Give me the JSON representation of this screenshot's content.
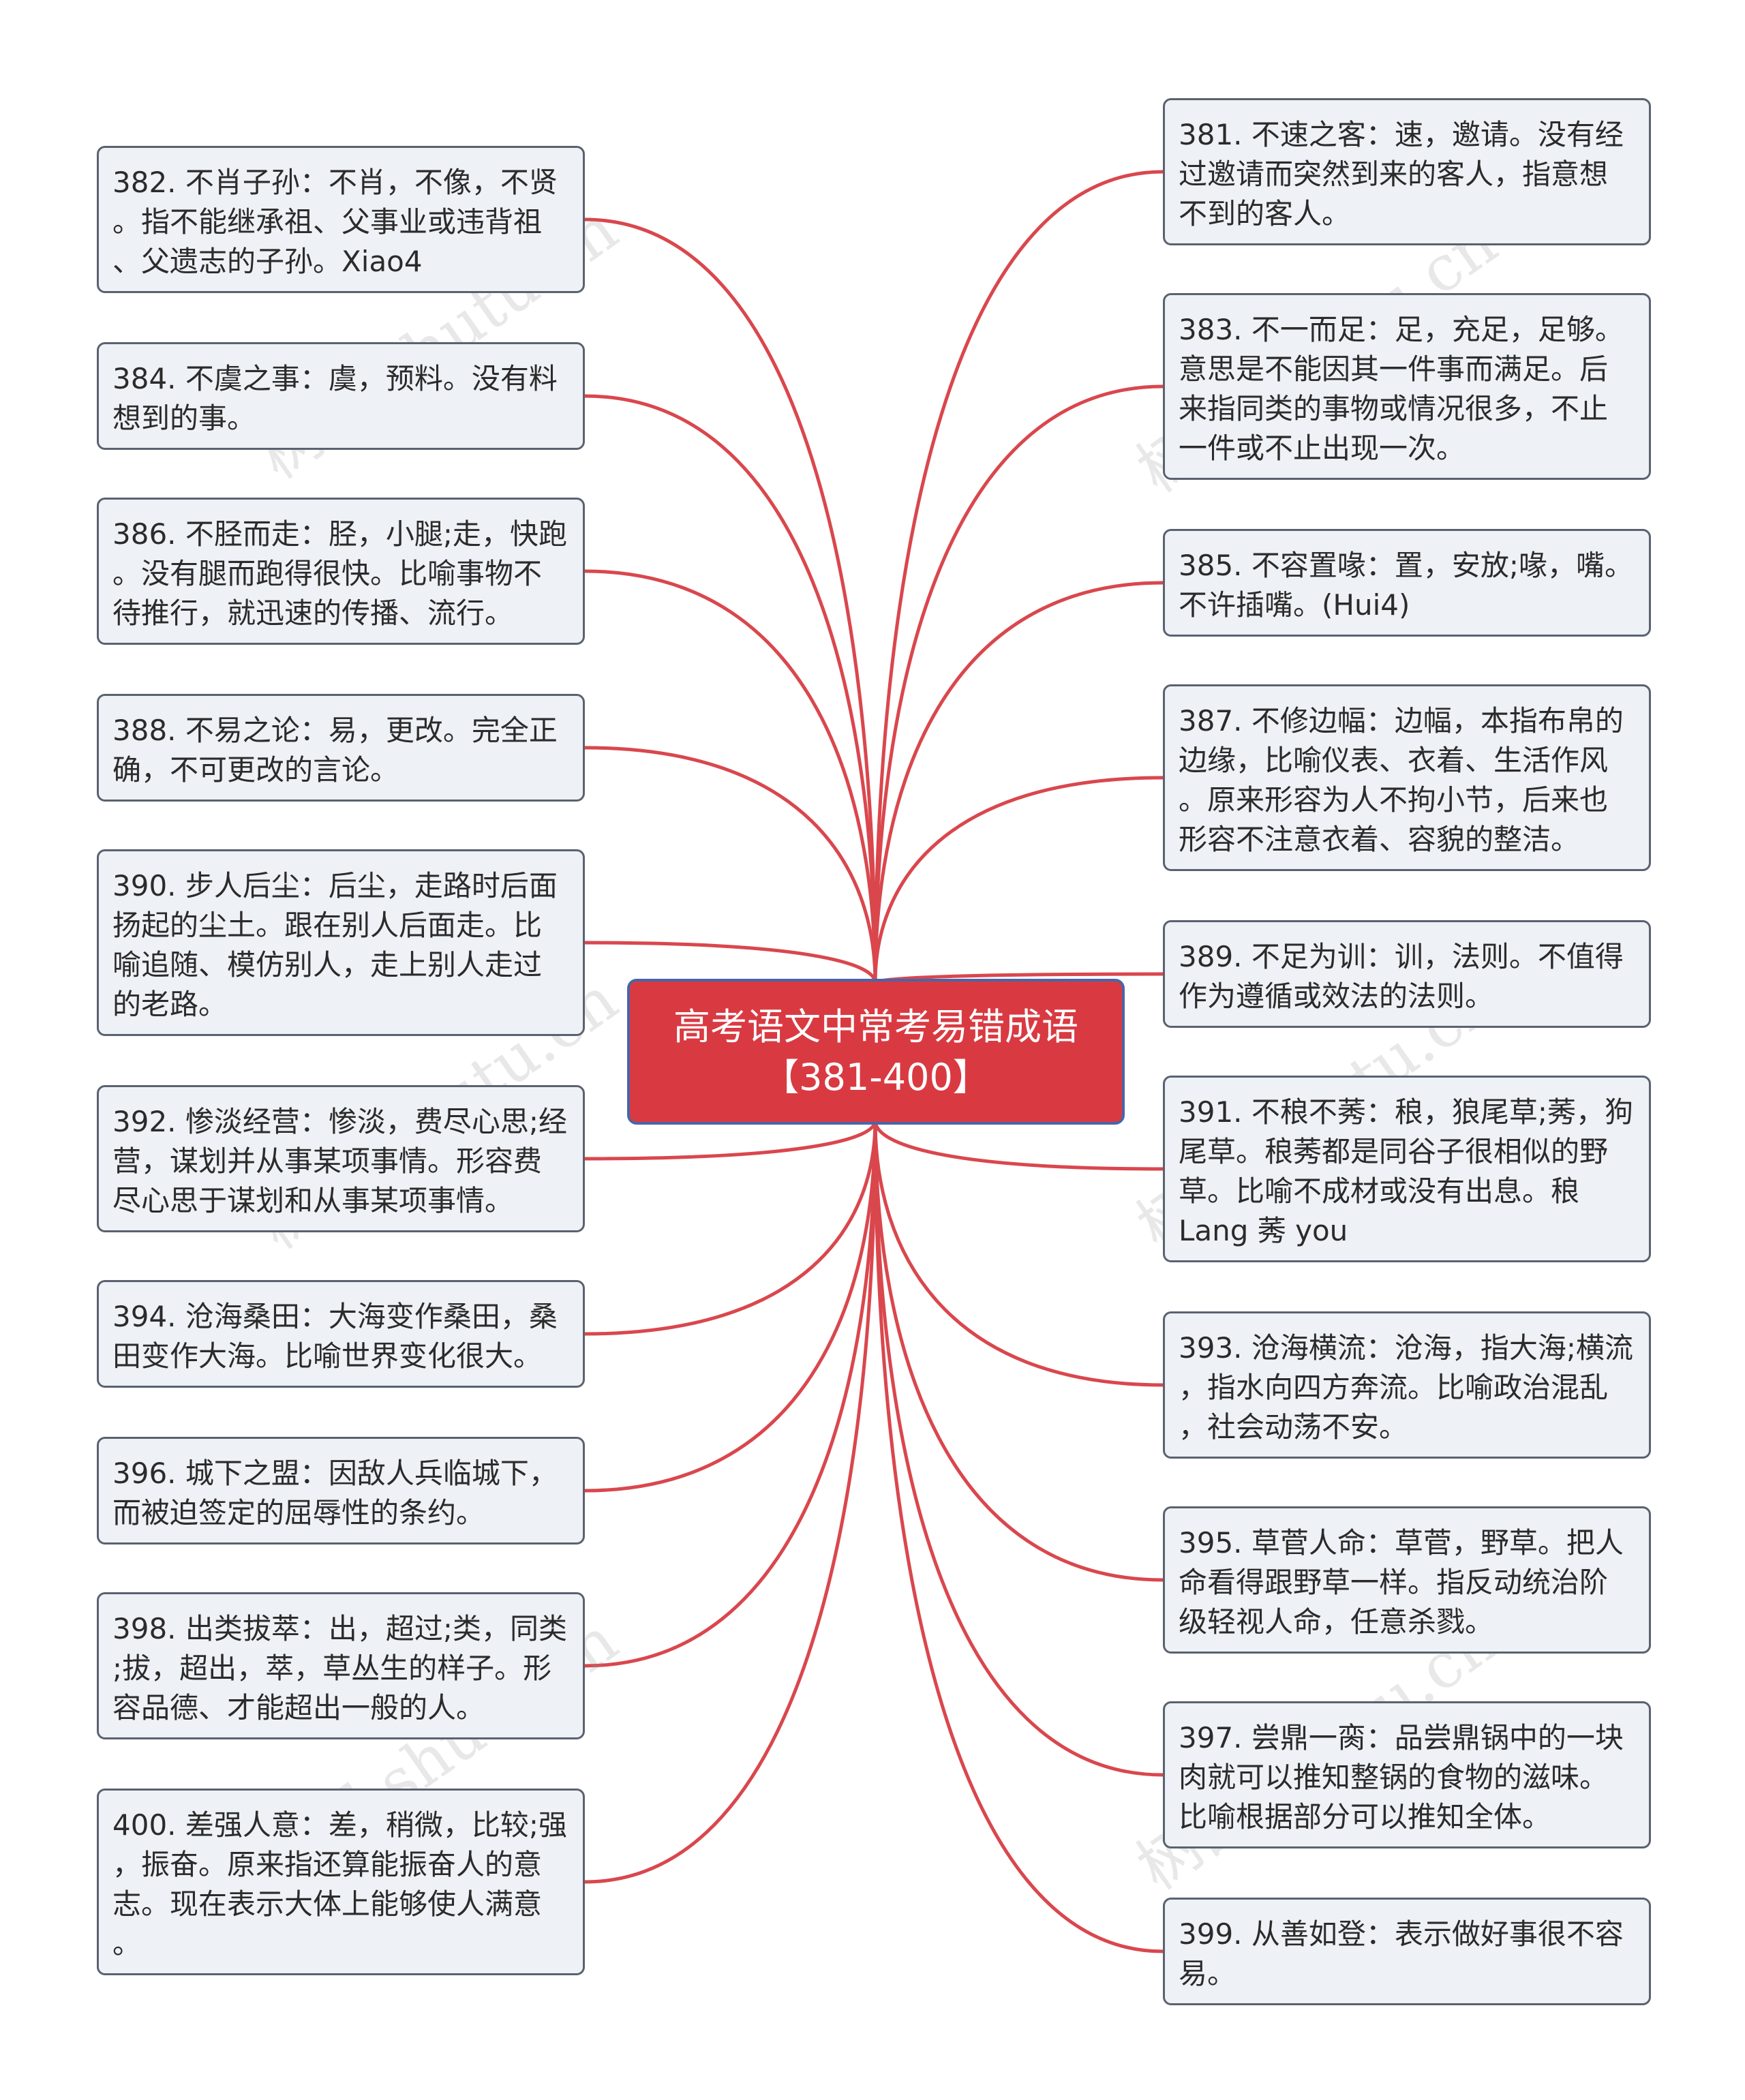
{
  "root": {
    "title": "高考语文中常考易错成语\n【381-400】"
  },
  "left": [
    {
      "text": "382. 不肖子孙：不肖，不像，不贤\n。指不能继承祖、父事业或违背祖\n、父遗志的子孙。Xiao4"
    },
    {
      "text": "384. 不虞之事：虞，预料。没有料\n想到的事。"
    },
    {
      "text": "386. 不胫而走：胫，小腿;走，快跑\n。没有腿而跑得很快。比喻事物不\n待推行，就迅速的传播、流行。"
    },
    {
      "text": "388. 不易之论：易，更改。完全正\n确，不可更改的言论。"
    },
    {
      "text": "390. 步人后尘：后尘，走路时后面\n扬起的尘土。跟在别人后面走。比\n喻追随、模仿别人，走上别人走过\n的老路。"
    },
    {
      "text": "392. 惨淡经营：惨淡，费尽心思;经\n营，谋划并从事某项事情。形容费\n尽心思于谋划和从事某项事情。"
    },
    {
      "text": "394. 沧海桑田：大海变作桑田，桑\n田变作大海。比喻世界变化很大。"
    },
    {
      "text": "396. 城下之盟：因敌人兵临城下，\n而被迫签定的屈辱性的条约。"
    },
    {
      "text": "398. 出类拔萃：出，超过;类，同类\n;拔，超出，萃，草丛生的样子。形\n容品德、才能超出一般的人。"
    },
    {
      "text": "400. 差强人意：差，稍微，比较;强\n，振奋。原来指还算能振奋人的意\n志。现在表示大体上能够使人满意\n。"
    }
  ],
  "right": [
    {
      "text": "381. 不速之客：速，邀请。没有经\n过邀请而突然到来的客人，指意想\n不到的客人。"
    },
    {
      "text": "383. 不一而足：足，充足，足够。\n意思是不能因其一件事而满足。后\n来指同类的事物或情况很多，不止\n一件或不止出现一次。"
    },
    {
      "text": "385. 不容置喙：置，安放;喙，嘴。\n不许插嘴。(Hui4)"
    },
    {
      "text": "387. 不修边幅：边幅，本指布帛的\n边缘，比喻仪表、衣着、生活作风\n。原来形容为人不拘小节，后来也\n形容不注意衣着、容貌的整洁。"
    },
    {
      "text": "389. 不足为训：训，法则。不值得\n作为遵循或效法的法则。"
    },
    {
      "text": "391. 不稂不莠：稂，狼尾草;莠，狗\n尾草。稂莠都是同谷子很相似的野\n草。比喻不成材或没有出息。稂\nLang 莠 you"
    },
    {
      "text": "393. 沧海横流：沧海，指大海;横流\n，指水向四方奔流。比喻政治混乱\n，社会动荡不安。"
    },
    {
      "text": "395. 草菅人命：草菅，野草。把人\n命看得跟野草一样。指反动统治阶\n级轻视人命，任意杀戮。"
    },
    {
      "text": "397. 尝鼎一脔：品尝鼎锅中的一块\n肉就可以推知整锅的食物的滋味。\n比喻根据部分可以推知全体。"
    },
    {
      "text": "399. 从善如登：表示做好事很不容\n易。"
    }
  ],
  "watermark": "树图 shutu.cn",
  "colors": {
    "link": "#d9474d",
    "root_bg": "#d93a42",
    "node_bg": "#eef1f5"
  }
}
